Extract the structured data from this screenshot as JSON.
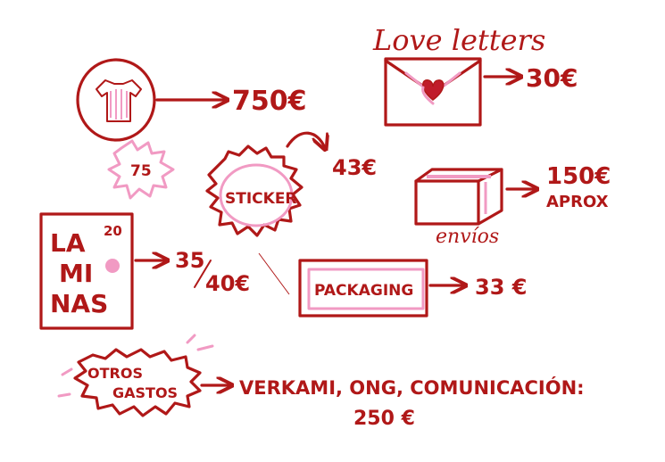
{
  "colors": {
    "ink": "#b01818",
    "pink": "#f19ac3",
    "paper": "#ffffff"
  },
  "love_letter": {
    "title": "Love letters",
    "cost": "30€",
    "icon": "envelope-heart-icon"
  },
  "tshirt": {
    "cost": "750€",
    "badge": "75",
    "icon": "tshirt-icon"
  },
  "sticker": {
    "label": "STICKER",
    "cost": "43€"
  },
  "envios": {
    "label": "envíos",
    "cost": "150€",
    "note": "APROX",
    "icon": "box-icon"
  },
  "laminas": {
    "lines": [
      "LA",
      "MI",
      "NAS"
    ],
    "count": "20",
    "cost_top": "35",
    "cost_bottom": "40€"
  },
  "packaging": {
    "label": "PACKAGING",
    "cost": "33 €"
  },
  "otros": {
    "lines": [
      "OTROS",
      "GASTOS"
    ],
    "detail": "VERKAMI, ONG, COMUNICACIÓN:",
    "cost": "250 €"
  }
}
